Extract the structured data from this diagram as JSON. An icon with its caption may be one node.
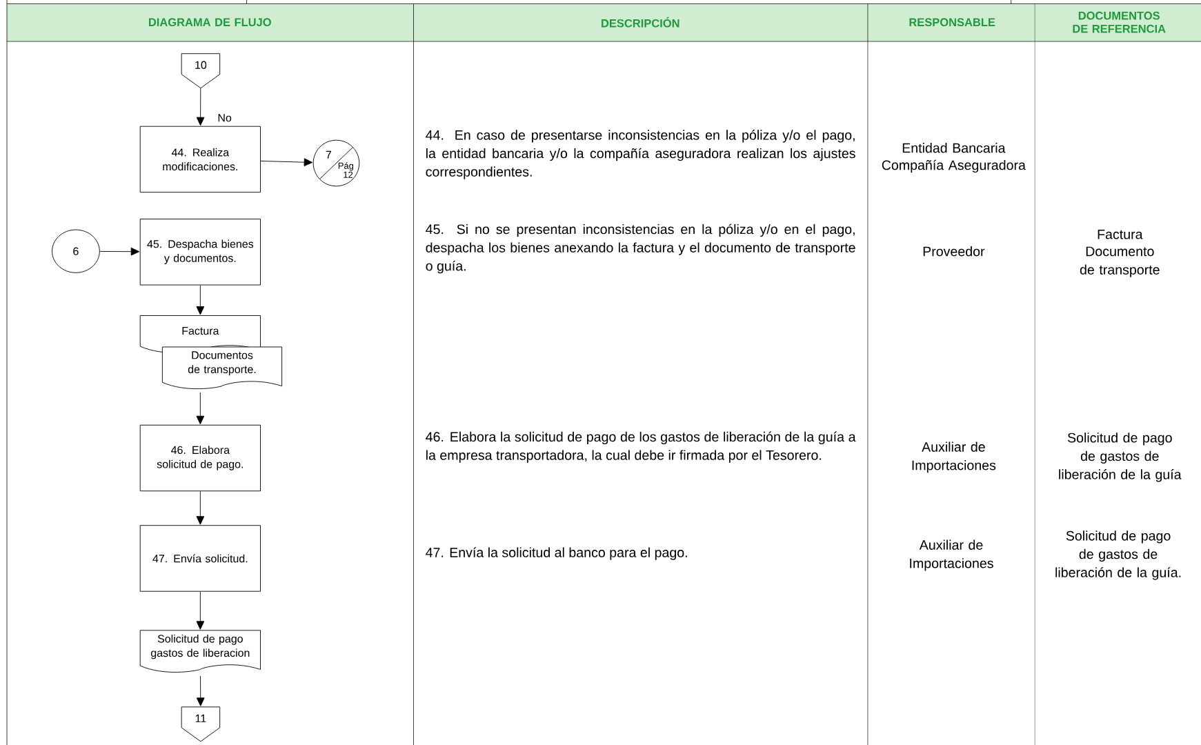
{
  "diagram": {
    "nodes": [
      {
        "text": [
          "10"
        ]
      },
      {
        "text": [
          "44. Realiza modificaciones."
        ]
      },
      {
        "text": [
          "7",
          "Pág 12"
        ]
      },
      {
        "text": [
          "6"
        ]
      },
      {
        "text": [
          "45. Despacha bienes y documentos."
        ]
      },
      {
        "text": [
          "Factura"
        ]
      },
      {
        "text": [
          "Documentos de transporte."
        ]
      },
      {
        "text": [
          "46. Elabora solicitud de pago."
        ]
      },
      {
        "text": [
          "47. Envía solicitud."
        ]
      },
      {
        "text": [
          "Solicitud de pago gastos de liberacion"
        ]
      },
      {
        "text": [
          "11"
        ]
      }
    ],
    "edges": [
      {
        "from": 0,
        "to": 1,
        "arrow": "to",
        "label": "No"
      },
      {
        "from": 1,
        "to": 2,
        "arrow": "to"
      },
      {
        "from": 3,
        "to": 4,
        "arrow": "to"
      },
      {
        "from": 4,
        "to": 5,
        "arrow": "to"
      },
      {
        "from": 6,
        "to": 7,
        "arrow": "to"
      },
      {
        "from": 7,
        "to": 8,
        "arrow": "to"
      },
      {
        "from": 8,
        "to": 9,
        "arrow": "to"
      },
      {
        "from": 9,
        "to": 10,
        "arrow": "to"
      }
    ],
    "labels": [
      "DIAGRAMA DE FLUJO",
      "DESCRIPCIÓN",
      "RESPONSABLE",
      "DOCUMENTOS DE REFERENCIA",
      "44. En caso de presentarse inconsistencias en la póliza y/o el pago, la entidad bancaria y/o la compañía aseguradora realizan los ajustes correspondientes.",
      "Entidad Bancaria",
      "Compañía Aseguradora",
      "45. Si no se presentan inconsistencias en la póliza y/o en el pago, despacha los bienes anexando la factura y el documento de transporte o guía.",
      "Proveedor",
      "Factura",
      "Documento de transporte",
      "46. Elabora la solicitud de pago de los gastos de liberación de la guía a la empresa transportadora, la cual debe ir firmada por el Tesorero.",
      "Auxiliar de Importaciones",
      "Solicitud de pago de gastos de liberación de la guía",
      "47. Envía la solicitud al banco para el pago.",
      "Auxiliar de Importaciones",
      "Solicitud de pago de gastos de liberación de la guía."
    ]
  }
}
